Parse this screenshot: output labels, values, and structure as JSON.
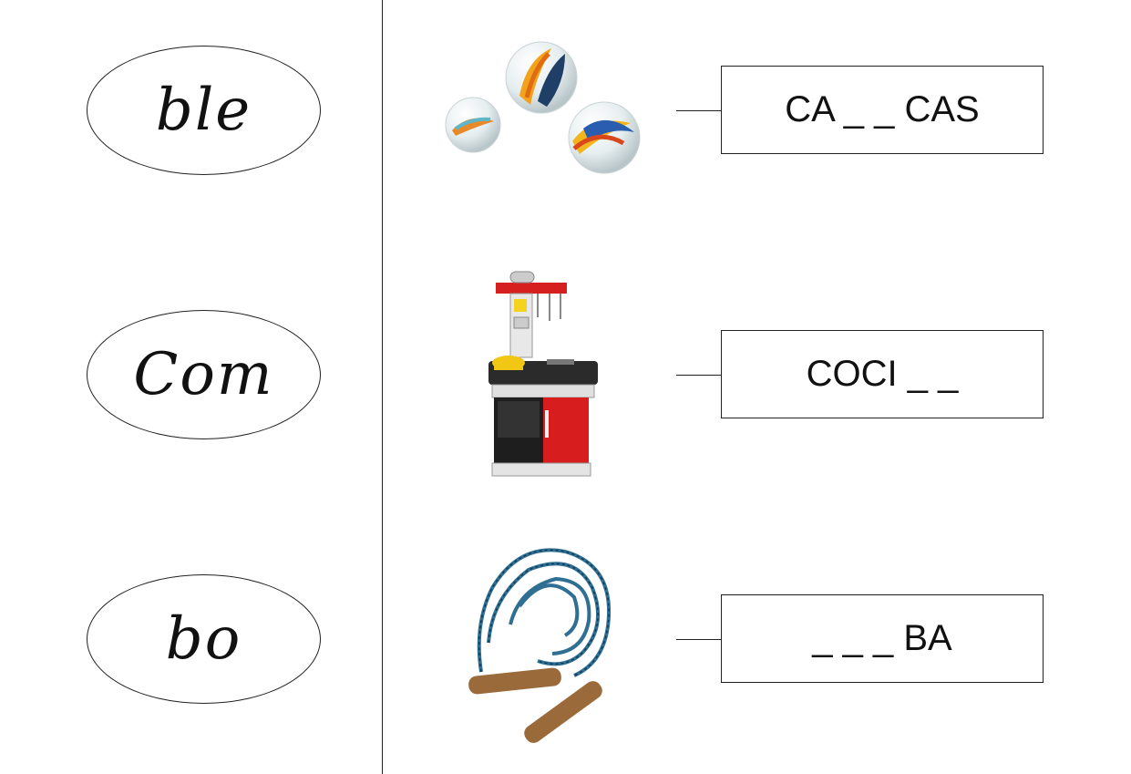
{
  "syllables": [
    {
      "text": "ble"
    },
    {
      "text": "Com"
    },
    {
      "text": "bo"
    }
  ],
  "pictures": [
    {
      "icon": "marbles-icon"
    },
    {
      "icon": "toy-kitchen-icon"
    },
    {
      "icon": "jump-rope-icon"
    }
  ],
  "words": [
    {
      "text": "CA _ _ CAS"
    },
    {
      "text": "COCI _ _"
    },
    {
      "text": "_ _ _ BA"
    }
  ]
}
